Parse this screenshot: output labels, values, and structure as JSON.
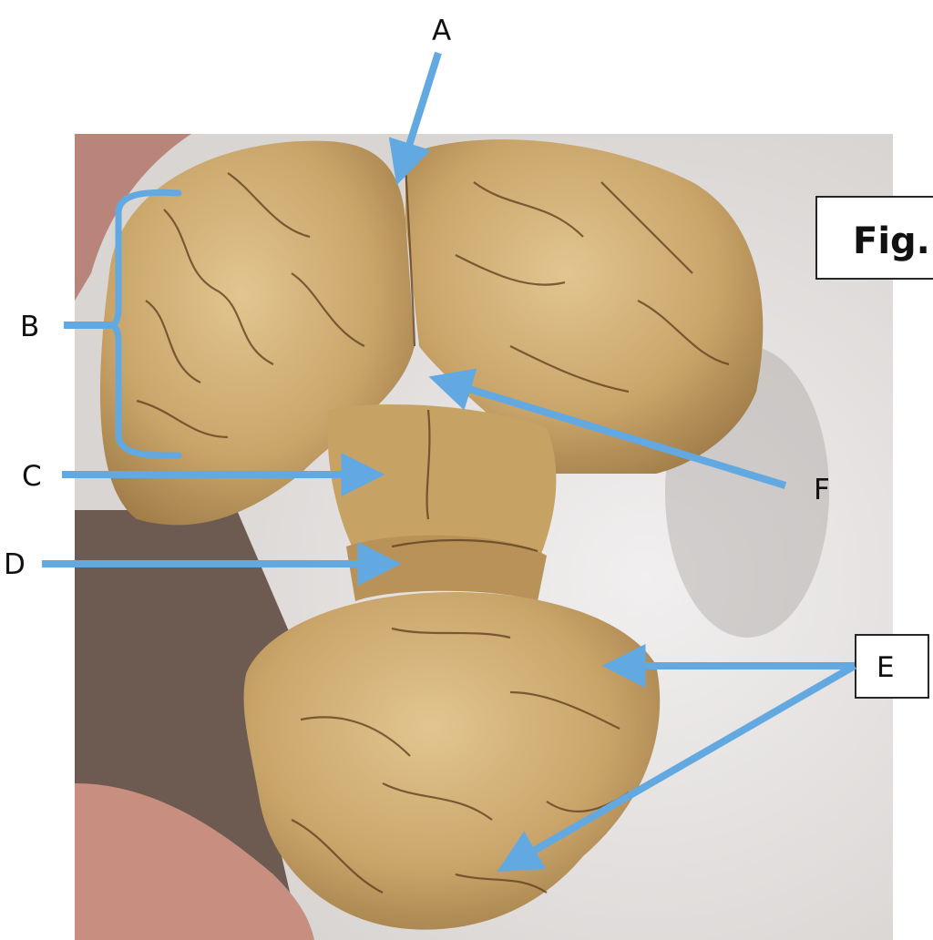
{
  "figure": {
    "fig_label": "Fig.",
    "labels": {
      "a": "A",
      "b": "B",
      "c": "C",
      "d": "D",
      "e": "E",
      "f": "F"
    },
    "colors": {
      "arrow": "#62a9e2",
      "label_text": "#111111",
      "specimen": "#c9a76b",
      "background": "#ffffff"
    }
  }
}
